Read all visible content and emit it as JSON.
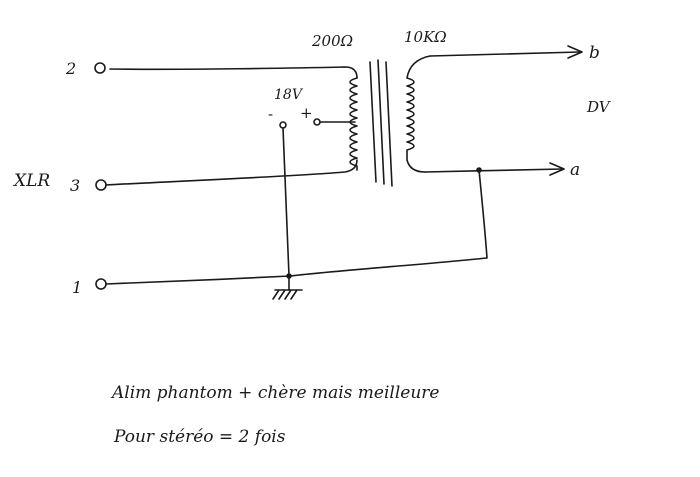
{
  "labels": {
    "res_primary": "200Ω",
    "res_secondary": "10KΩ",
    "voltage": "18V",
    "minus": "-",
    "plus": "+",
    "pin2": "2",
    "pin3": "3",
    "pin1": "1",
    "connector": "XLR",
    "out_b": "b",
    "out_a": "a",
    "dv": "DV"
  },
  "notes": {
    "line1": "Alim phantom + chère mais meilleure",
    "line2": "Pour stéréo = 2 fois"
  }
}
